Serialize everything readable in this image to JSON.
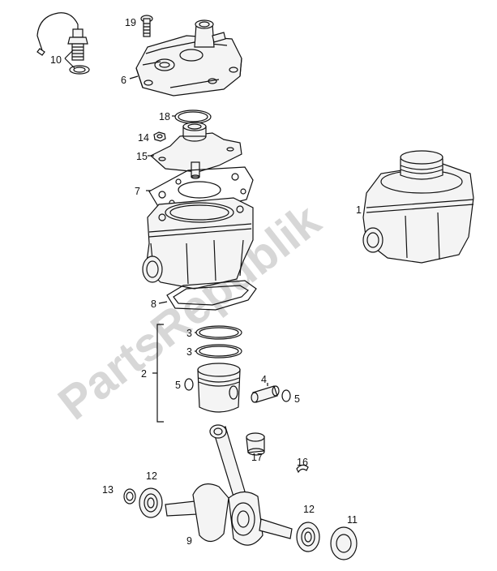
{
  "watermark": "PartsRepublik",
  "callouts": [
    {
      "id": "c19",
      "text": "19"
    },
    {
      "id": "c10",
      "text": "10"
    },
    {
      "id": "c6",
      "text": "6"
    },
    {
      "id": "c18",
      "text": "18"
    },
    {
      "id": "c14",
      "text": "14"
    },
    {
      "id": "c15",
      "text": "15"
    },
    {
      "id": "c7",
      "text": "7"
    },
    {
      "id": "c1",
      "text": "1"
    },
    {
      "id": "c8",
      "text": "8"
    },
    {
      "id": "c3a",
      "text": "3"
    },
    {
      "id": "c3b",
      "text": "3"
    },
    {
      "id": "c2",
      "text": "2"
    },
    {
      "id": "c5a",
      "text": "5"
    },
    {
      "id": "c4",
      "text": "4"
    },
    {
      "id": "c5b",
      "text": "5"
    },
    {
      "id": "c17",
      "text": "17"
    },
    {
      "id": "c16",
      "text": "16"
    },
    {
      "id": "c12a",
      "text": "12"
    },
    {
      "id": "c13",
      "text": "13"
    },
    {
      "id": "c9",
      "text": "9"
    },
    {
      "id": "c12b",
      "text": "12"
    },
    {
      "id": "c11",
      "text": "11"
    }
  ]
}
